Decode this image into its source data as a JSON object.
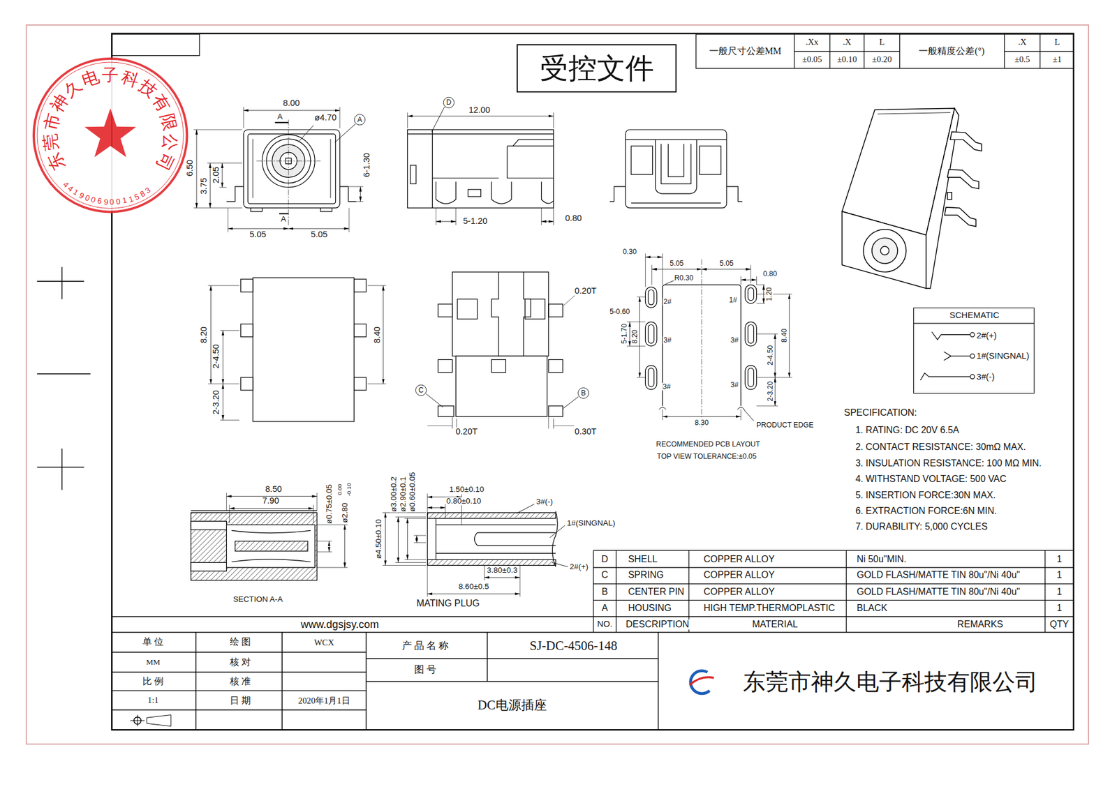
{
  "diagram": {
    "nodes": [
      {
        "text": [
          "受控文件"
        ]
      },
      {
        "text": [
          "东莞市神久电子科技有限公司",
          "441900690011583"
        ]
      },
      {
        "text": [
          "SCHEMATIC",
          "2#(+)",
          "1#(SINGNAL)",
          "3#(-)"
        ]
      }
    ],
    "labels": [
      "一般尺寸公差MM",
      ".Xx",
      ".X",
      "L",
      "±0.05",
      "±0.10",
      "±0.20",
      "一般精度公差(°)",
      ".X",
      "L",
      "±0.5",
      "±1",
      "8.00",
      "A",
      "ø4.70",
      "A",
      "6.50",
      "3.75",
      "2.05",
      "6-1.30",
      "A",
      "5.05",
      "5.05",
      "D",
      "12.00",
      "5-1.20",
      "0.80",
      "8.20",
      "2-4.50",
      "2-3.20",
      "8.40",
      "0.20T",
      "C",
      "B",
      "0.20T",
      "0.30T",
      "0.30",
      "5.05",
      "5.05",
      "R0.30",
      "0.80",
      "2#",
      "1#",
      "5-0.60",
      "1.20",
      "3#",
      "3#",
      "8.20",
      "5-1.70",
      "8.40",
      "2-4.50",
      "3#",
      "3#",
      "2-3.20",
      "8.30",
      "PRODUCT EDGE",
      "RECOMMENDED PCB LAYOUT",
      "TOP VIEW TOLERANCE:±0.05",
      "8.50",
      "7.90",
      "ø0.75±0.05",
      "ø2.80",
      "0.00",
      "-0.10",
      "SECTION A-A",
      "ø3.00±0.2",
      "ø2.90±0.1",
      "ø0.60±0.05",
      "1.50±0.10",
      "0.80±0.10",
      "3#(-)",
      "1#(SINGNAL)",
      "ø4.50±0.10",
      "2#(+)",
      "3.80±0.3",
      "8.60±0.5",
      "MATING PLUG",
      "SPECIFICATION:",
      "1. RATING: DC 20V 6.5A",
      "2. CONTACT RESISTANCE: 30mΩ MAX.",
      "3. INSULATION RESISTANCE: 100 MΩ MIN.",
      "4. WITHSTAND VOLTAGE: 500 VAC",
      "5. INSERTION FORCE:30N MAX.",
      "6. EXTRACTION FORCE:6N MIN.",
      "7. DURABILITY: 5,000 CYCLES",
      "D",
      "SHELL",
      "COPPER ALLOY",
      "Ni 50u\"MIN.",
      "1",
      "C",
      "SPRING",
      "COPPER ALLOY",
      "GOLD FLASH/MATTE TIN 80u\"/Ni 40u\"",
      "1",
      "B",
      "CENTER PIN",
      "COPPER ALLOY",
      "GOLD FLASH/MATTE TIN 80u\"/Ni 40u\"",
      "1",
      "A",
      "HOUSING",
      "HIGH TEMP.THERMOPLASTIC",
      "BLACK",
      "1",
      "NO.",
      "DESCRIPTION",
      "MATERIAL",
      "REMARKS",
      "QTY",
      "www.dgsjsy.com",
      "单 位",
      "绘 图",
      "WCX",
      "产 品 名 称",
      "SJ-DC-4506-148",
      "MM",
      "核 对",
      "图 号",
      "比 例",
      "核 准",
      "1:1",
      "日 期",
      "2020年1月1日",
      "DC电源插座",
      "东莞市神久电子科技有限公司"
    ]
  }
}
